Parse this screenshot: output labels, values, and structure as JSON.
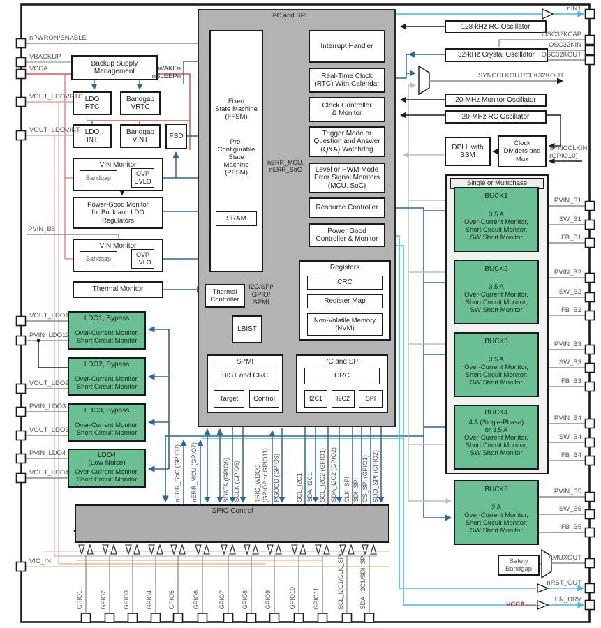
{
  "core": {
    "title": "I²C and SPI",
    "fsm1": "Fixed\nState Machine\n(FFSM)",
    "fsm2": "Pre-\nConfigurable\nState\nMachine\n(PFSM)",
    "sram": "SRAM",
    "wake": "WAKEn\nnSLEEPn",
    "interrupt_handler": "Interrupt Handler",
    "rtc": "Real-Time Clock\n(RTC) With Calendar",
    "clock_ctrl": "Clock Controller\n& Monitor",
    "watchdog": "Trigger Mode or\nQuestion and Answer\n(Q&A) Watchdog",
    "error_monitors": "Level or PWM Mode\nError Signal Monitors\n(MCU, SoC)",
    "resource_ctrl": "Resource Controller",
    "power_good_ctrl": "Power Good\nController & Monitor",
    "nerr_label": "nERR_MCU,\nnERR_SoC",
    "thermal_ctrl": "Thermal\nController",
    "bus_label": "I2C/SPI/\nGPIO/\nSPMI",
    "lbist": "LBIST",
    "registers": {
      "title": "Registers",
      "crc": "CRC",
      "register_map": "Register Map",
      "nvm": "Non-Volatile Memory\n(NVM)"
    },
    "spmi": {
      "title": "SPMI",
      "bist_crc": "BIST and CRC",
      "target": "Target",
      "control": "Control"
    },
    "i2c_spi": {
      "title": "I²C and SPI",
      "crc": "CRC",
      "i2c1": "I2C1",
      "i2c2": "I2C2",
      "spi": "SPI"
    }
  },
  "left": {
    "backup": "Backup Supply\nManagement",
    "ldo_rtc": "LDO\nRTC",
    "bandgap_vrtc": "Bandgap\nVRTC",
    "ldo_int": "LDO\nINT",
    "bandgap_vint": "Bandgap\nVINT",
    "fsd": "FSD",
    "vin_monitor1": {
      "title": "VIN Monitor",
      "bandgap": "Bandgap",
      "ovp": "OVP\nUVLO"
    },
    "pg_monitor": "Power-Good Monitor\nfor Buck and LDO\nRegulators",
    "pvin_b5_label": "PVIN_B5",
    "vin_monitor2": {
      "title": "VIN Monitor",
      "bandgap": "Bandgap",
      "ovp": "OVP\nUVLO"
    },
    "thermal_monitor": "Thermal Monitor",
    "ldos": [
      {
        "title": "LDO1, Bypass",
        "body": "Over-Current Monitor,\nShort Circuit Monitor"
      },
      {
        "title": "LDO2, Bypass",
        "body": "Over-Current Monitor,\nShort Circuit Monitor"
      },
      {
        "title": "LDO3, Bypass",
        "body": "Over-Current Monitor,\nShort Circuit Monitor"
      },
      {
        "title": "LDO4\n(Low Noise)",
        "body": "Over-Current Monitor,\nShort Circuit Monitor"
      }
    ]
  },
  "right": {
    "osc128": "128-kHz RC Oscillator",
    "osc32": "32-kHz Crystal Oscillator",
    "syncclkout": "SYNCCLKOUT/CLK32KOUT",
    "osc20mon": "20-MHz Monitor Oscillator",
    "osc20rc": "20-MHz RC Oscillator",
    "dpll": "DPLL with\nSSM",
    "dividers": "Clock\nDividers and\nMux",
    "syncclkin": "SYNCCLKIN\n(GPIO10)",
    "multiphase_header": "Single or Multiphase",
    "bucks": [
      {
        "title": "BUCK1",
        "body": "3.5 A\nOver-Current Monitor,\nShort Circuit Monitor,\nSW Short Monitor"
      },
      {
        "title": "BUCK2",
        "body": "3.5 A\nOver-Current Monitor,\nShort Circuit Monitor,\nSW Short Monitor"
      },
      {
        "title": "BUCK3",
        "body": "3.5 A\nOver-Current Monitor,\nShort Circuit Monitor,\nSW Short Monitor"
      },
      {
        "title": "BUCK4",
        "body": "4 A (Single-Phase)\nor 3.5 A\nOver-Current Monitor,\nShort Circuit Monitor,\nSW Short Monitor"
      },
      {
        "title": "BUCK5",
        "body": "2 A\nOver-Current Monitor,\nShort Circuit Monitor,\nSW Short Monitor"
      }
    ],
    "safety_bandgap": "Safety\nBandgap",
    "vcca_label": "VCCA"
  },
  "gpio": {
    "control_title": "GPIO Control",
    "signals": [
      "nERR_SoC (GPIO3)",
      "nERR_MCU (GPIO7)",
      "SDATA (GPIO6)",
      "SCLK (GPIO5)",
      "TRIG_WDOG",
      "(GPIO2 or GPIO11)",
      "PGOOD (GPIO9)",
      "SCL_I2C1",
      "SDA_I2C1",
      "SCL_I2C2 (GPIO1)",
      "SDA_I2C2 (GPIO2)",
      "CLK_SPI",
      "SDI_SPI",
      "CS_SPI (GPIO1)",
      "SDO_SPI (GPIO2)"
    ]
  },
  "pins": {
    "left": [
      "nPWRON/ENABLE",
      "VBACKUP",
      "VCCA",
      "VOUT_LDOVRTC",
      "VOUT_LDOVINT",
      "VOUT_LDO1",
      "PVIN_LDO12",
      "VOUT_LDO2",
      "PVIN_LDO3",
      "VOUT_LDO3",
      "PVIN_LDO4",
      "VOUT_LDO4",
      "VIO_IN"
    ],
    "right": [
      "nINT",
      "OSC32KCAP",
      "OSC32KIN",
      "OSC32KOUT",
      "PVIN_B1",
      "SW_B1",
      "FB_B1",
      "PVIN_B2",
      "SW_B2",
      "FB_B2",
      "PVIN_B3",
      "SW_B3",
      "FB_B3",
      "PVIN_B4",
      "SW_B4",
      "FB_B4",
      "PVIN_B5",
      "SW_B5",
      "FB_B5",
      "AMUXOUT",
      "nRST_OUT",
      "EN_DRV"
    ],
    "bottom": [
      "GPIO1",
      "GPIO2",
      "GPIO3",
      "GPIO4",
      "GPIO5",
      "GPIO6",
      "GPIO7",
      "GPIO8",
      "GPIO9",
      "GPIO10",
      "GPIO11",
      "SCL_I2C1/CLK_SPI",
      "SDA_I2C1/SDI_SPI"
    ]
  },
  "colors": {
    "core_gray": "#b3b3b3",
    "gpio_gray": "#adadad",
    "block_green": "#6ac093",
    "dark_blue": "#2d6a8f",
    "cyan": "#4ab8dc",
    "purple": "#7b3fa0",
    "red": "#cf5b54",
    "salmon": "#e8a59b",
    "lavender": "#cfa8dc",
    "green_line": "#96bd96",
    "olive": "#d6cf9a",
    "orange": "#f4b183",
    "gray_line": "#8c8c8c"
  }
}
